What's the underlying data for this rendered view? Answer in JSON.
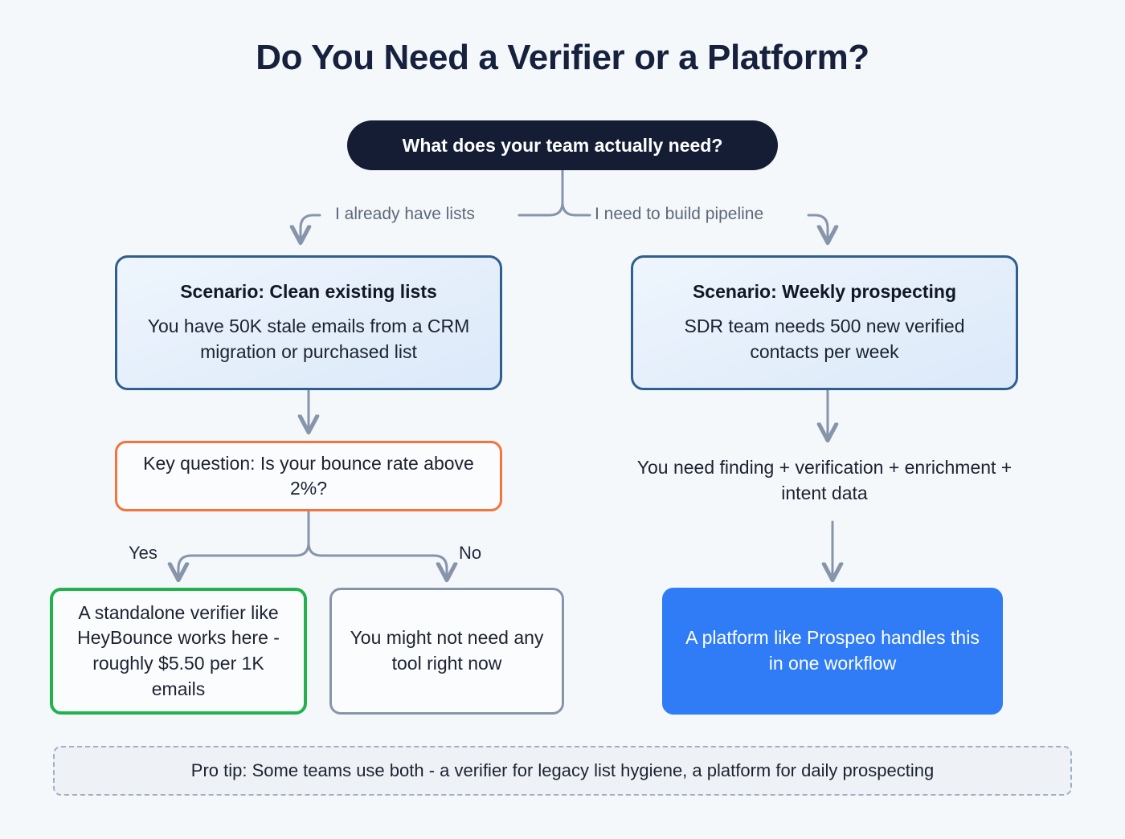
{
  "page": {
    "title": "Do You Need a Verifier or a Platform?",
    "background_color": "#f5f8fb"
  },
  "colors": {
    "root_node": "#141d33",
    "scenario_border": "#2f5f8f",
    "scenario_fill": "#e6effa",
    "key_question_border": "#f4743b",
    "outcome_green_border": "#22b24c",
    "outcome_gray_border": "#8795ab",
    "outcome_blue_fill": "#2f7cf6",
    "connector": "#8795ab",
    "title_text": "#16213e"
  },
  "flow": {
    "root": {
      "label": "What does your team actually need?"
    },
    "branch_labels": {
      "left": "I already have lists",
      "right": "I need to build pipeline",
      "yes": "Yes",
      "no": "No"
    },
    "left_branch": {
      "scenario": {
        "title": "Scenario: Clean existing lists",
        "body": "You have 50K stale emails from a CRM migration or purchased list"
      },
      "key_question": "Key question: Is your bounce rate above 2%?",
      "outcome_yes": "A standalone verifier like HeyBounce works here - roughly $5.50 per 1K emails",
      "outcome_no": "You might not need any tool right now"
    },
    "right_branch": {
      "scenario": {
        "title": "Scenario: Weekly prospecting",
        "body": "SDR team needs 500 new verified contacts per week"
      },
      "needs": "You need finding + verification + enrichment + intent data",
      "outcome": "A platform like Prospeo handles this in one workflow"
    }
  },
  "footer": {
    "pro_tip": "Pro tip: Some teams use both - a verifier for legacy list hygiene, a platform for daily prospecting"
  },
  "chart_data": {
    "type": "table",
    "title": "Do You Need a Verifier or a Platform?",
    "nodes": [
      {
        "id": "root",
        "text": "What does your team actually need?",
        "shape": "pill",
        "style": "dark"
      },
      {
        "id": "scenario-left",
        "text": "Scenario: Clean existing lists / You have 50K stale emails from a CRM migration or purchased list",
        "shape": "rounded-rect",
        "style": "blue-outline"
      },
      {
        "id": "scenario-right",
        "text": "Scenario: Weekly prospecting / SDR team needs 500 new verified contacts per week",
        "shape": "rounded-rect",
        "style": "blue-outline"
      },
      {
        "id": "key-question",
        "text": "Key question: Is your bounce rate above 2%?",
        "shape": "rounded-rect",
        "style": "orange-outline"
      },
      {
        "id": "needs-text",
        "text": "You need finding + verification + enrichment + intent data",
        "shape": "none",
        "style": "plain-text"
      },
      {
        "id": "outcome-green",
        "text": "A standalone verifier like HeyBounce works here - roughly $5.50 per 1K emails",
        "shape": "rounded-rect",
        "style": "green-outline"
      },
      {
        "id": "outcome-gray",
        "text": "You might not need any tool right now",
        "shape": "rounded-rect",
        "style": "gray-outline"
      },
      {
        "id": "outcome-blue",
        "text": "A platform like Prospeo handles this in one workflow",
        "shape": "rounded-rect",
        "style": "blue-filled"
      },
      {
        "id": "pro-tip",
        "text": "Pro tip: Some teams use both - a verifier for legacy list hygiene, a platform for daily prospecting",
        "shape": "dashed-rect",
        "style": "muted"
      }
    ],
    "edges": [
      {
        "from": "root",
        "to": "scenario-left",
        "label": "I already have lists"
      },
      {
        "from": "root",
        "to": "scenario-right",
        "label": "I need to build pipeline"
      },
      {
        "from": "scenario-left",
        "to": "key-question",
        "label": ""
      },
      {
        "from": "key-question",
        "to": "outcome-green",
        "label": "Yes"
      },
      {
        "from": "key-question",
        "to": "outcome-gray",
        "label": "No"
      },
      {
        "from": "scenario-right",
        "to": "needs-text",
        "label": ""
      },
      {
        "from": "needs-text",
        "to": "outcome-blue",
        "label": ""
      }
    ]
  }
}
